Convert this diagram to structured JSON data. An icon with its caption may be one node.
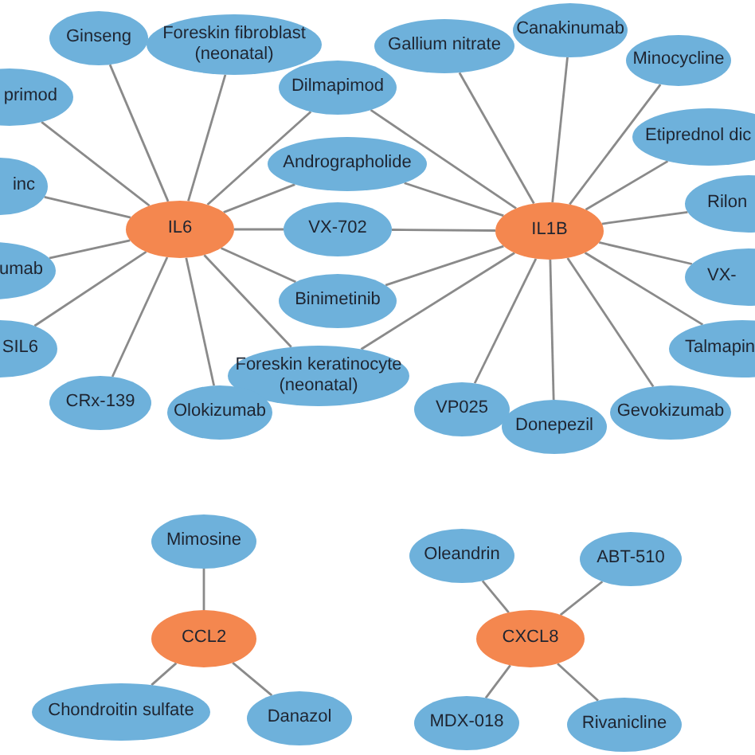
{
  "diagram": {
    "nodes": [
      {
        "text": [
          "IL6"
        ]
      },
      {
        "text": [
          "IL1B"
        ]
      },
      {
        "text": [
          "Ginseng"
        ]
      },
      {
        "text": [
          "Foreskin fibroblast (neonatal)"
        ]
      },
      {
        "text": [
          "primod"
        ]
      },
      {
        "text": [
          "Dilmapimod"
        ]
      },
      {
        "text": [
          "inc"
        ]
      },
      {
        "text": [
          "Andrographolide"
        ]
      },
      {
        "text": [
          "VX-702"
        ]
      },
      {
        "text": [
          "umab"
        ]
      },
      {
        "text": [
          "Binimetinib"
        ]
      },
      {
        "text": [
          "SIL6"
        ]
      },
      {
        "text": [
          "Foreskin keratinocyte (neonatal)"
        ]
      },
      {
        "text": [
          "CRx-139"
        ]
      },
      {
        "text": [
          "Olokizumab"
        ]
      },
      {
        "text": [
          "Gallium nitrate"
        ]
      },
      {
        "text": [
          "Canakinumab"
        ]
      },
      {
        "text": [
          "Minocycline"
        ]
      },
      {
        "text": [
          "Etiprednol dic"
        ]
      },
      {
        "text": [
          "Rilon"
        ]
      },
      {
        "text": [
          "VX-"
        ]
      },
      {
        "text": [
          "Talmapin"
        ]
      },
      {
        "text": [
          "VP025"
        ]
      },
      {
        "text": [
          "Donepezil"
        ]
      },
      {
        "text": [
          "Gevokizumab"
        ]
      },
      {
        "text": [
          "CCL2"
        ]
      },
      {
        "text": [
          "Mimosine"
        ]
      },
      {
        "text": [
          "Chondroitin sulfate"
        ]
      },
      {
        "text": [
          "Danazol"
        ]
      },
      {
        "text": [
          "CXCL8"
        ]
      },
      {
        "text": [
          "Oleandrin"
        ]
      },
      {
        "text": [
          "ABT-510"
        ]
      },
      {
        "text": [
          "MDX-018"
        ]
      },
      {
        "text": [
          "Rivanicline"
        ]
      }
    ],
    "edges": [
      {
        "from": 0,
        "to": 2,
        "arrow": "none"
      },
      {
        "from": 0,
        "to": 3,
        "arrow": "none"
      },
      {
        "from": 0,
        "to": 4,
        "arrow": "none"
      },
      {
        "from": 0,
        "to": 5,
        "arrow": "none"
      },
      {
        "from": 0,
        "to": 6,
        "arrow": "none"
      },
      {
        "from": 0,
        "to": 7,
        "arrow": "none"
      },
      {
        "from": 0,
        "to": 8,
        "arrow": "none"
      },
      {
        "from": 0,
        "to": 9,
        "arrow": "none"
      },
      {
        "from": 0,
        "to": 10,
        "arrow": "none"
      },
      {
        "from": 0,
        "to": 11,
        "arrow": "none"
      },
      {
        "from": 0,
        "to": 12,
        "arrow": "none"
      },
      {
        "from": 0,
        "to": 13,
        "arrow": "none"
      },
      {
        "from": 0,
        "to": 14,
        "arrow": "none"
      },
      {
        "from": 1,
        "to": 5,
        "arrow": "none"
      },
      {
        "from": 1,
        "to": 7,
        "arrow": "none"
      },
      {
        "from": 1,
        "to": 8,
        "arrow": "none"
      },
      {
        "from": 1,
        "to": 10,
        "arrow": "none"
      },
      {
        "from": 1,
        "to": 12,
        "arrow": "none"
      },
      {
        "from": 1,
        "to": 15,
        "arrow": "none"
      },
      {
        "from": 1,
        "to": 16,
        "arrow": "none"
      },
      {
        "from": 1,
        "to": 17,
        "arrow": "none"
      },
      {
        "from": 1,
        "to": 18,
        "arrow": "none"
      },
      {
        "from": 1,
        "to": 19,
        "arrow": "none"
      },
      {
        "from": 1,
        "to": 20,
        "arrow": "none"
      },
      {
        "from": 1,
        "to": 21,
        "arrow": "none"
      },
      {
        "from": 1,
        "to": 22,
        "arrow": "none"
      },
      {
        "from": 1,
        "to": 23,
        "arrow": "none"
      },
      {
        "from": 1,
        "to": 24,
        "arrow": "none"
      },
      {
        "from": 25,
        "to": 26,
        "arrow": "none"
      },
      {
        "from": 25,
        "to": 27,
        "arrow": "none"
      },
      {
        "from": 25,
        "to": 28,
        "arrow": "none"
      },
      {
        "from": 29,
        "to": 30,
        "arrow": "none"
      },
      {
        "from": 29,
        "to": 31,
        "arrow": "none"
      },
      {
        "from": 29,
        "to": 32,
        "arrow": "none"
      },
      {
        "from": 29,
        "to": 33,
        "arrow": "none"
      }
    ]
  }
}
